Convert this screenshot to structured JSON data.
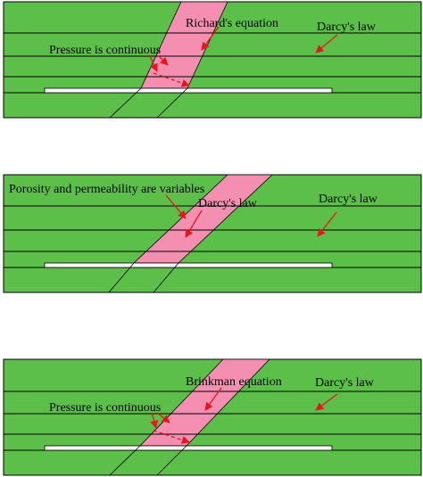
{
  "colors": {
    "layer": "#5bbf49",
    "fault": "#f48fb1",
    "arrow": "#e8151b",
    "line": "#000000",
    "fracture": "#ffffff"
  },
  "panels": [
    {
      "labels": {
        "zone_equation": "Richard's equation",
        "matrix_law": "Darcy's law",
        "interface": "Pressure is continuous"
      }
    },
    {
      "labels": {
        "zone_variables": "Porosity and permeability are variables",
        "zone_law": "Darcy's law",
        "matrix_law": "Darcy's law"
      }
    },
    {
      "labels": {
        "zone_equation": "Brinkman equation",
        "matrix_law": "Darcy's law",
        "interface": "Pressure is continuous"
      }
    }
  ]
}
